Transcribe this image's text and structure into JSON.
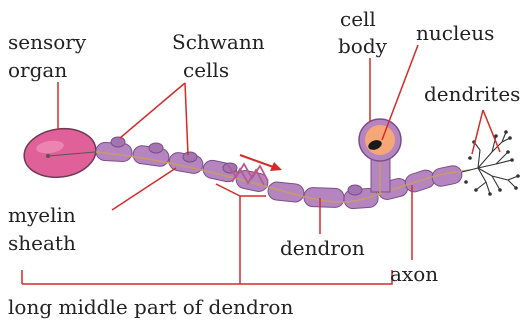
{
  "labels": {
    "sensory_organ": [
      "sensory",
      "organ"
    ],
    "schwann_cells": [
      "Schwann",
      "cells"
    ],
    "cell_body": [
      "cell",
      "body"
    ],
    "nucleus": "nucleus",
    "dendrites": "dendrites",
    "myelin_sheath": [
      "myelin",
      "sheath"
    ],
    "dendron": "dendron",
    "axon": "axon",
    "long_middle_part": "long middle part of dendron"
  },
  "colors": {
    "leader_line": "#d42a2a",
    "sensory_organ": "#e0609a",
    "myelin": "#b585c0",
    "myelin_edge": "#7b4e8a",
    "cell_body_fill": "#f6a777",
    "nucleus": "#1a1a1a",
    "nerve_fiber": "#c89a6a",
    "dendrite_lines": "#333333"
  },
  "icons": {
    "direction_arrow": "red-right-arrow",
    "cut_mark": "zigzag-break"
  }
}
